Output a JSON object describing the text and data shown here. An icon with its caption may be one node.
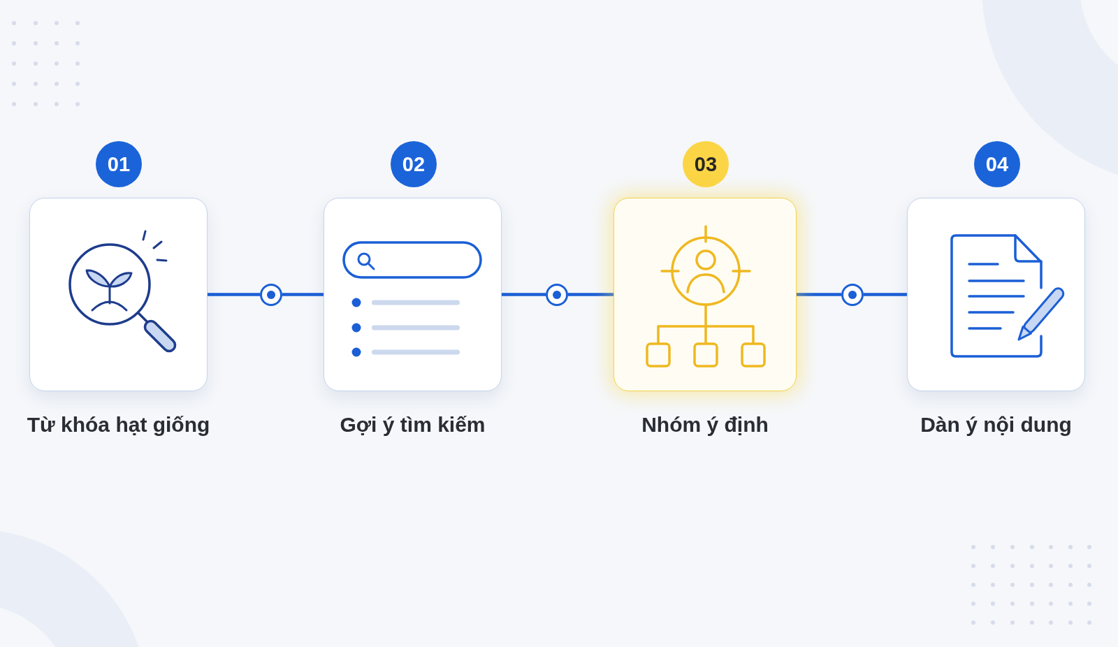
{
  "diagram": {
    "nodes": [
      {
        "text": [
          "01"
        ]
      },
      {
        "text": [
          "Từ khóa hạt giống"
        ]
      },
      {
        "text": [],
        "shape": "circle"
      },
      {
        "text": [
          "02"
        ]
      },
      {
        "text": [
          "Gợi ý tìm kiếm"
        ]
      },
      {
        "text": [],
        "shape": "circle"
      },
      {
        "text": [
          "03"
        ]
      },
      {
        "text": [
          "Nhóm ý định"
        ]
      },
      {
        "text": [],
        "shape": "circle"
      },
      {
        "text": [
          "04"
        ]
      },
      {
        "text": [
          "Dàn ý nội dung"
        ]
      }
    ],
    "edges": [
      {
        "from": 1,
        "to": 2,
        "arrow": "none"
      },
      {
        "from": 2,
        "to": 4,
        "arrow": "none"
      },
      {
        "from": 4,
        "to": 5,
        "arrow": "none"
      },
      {
        "from": 5,
        "to": 7,
        "arrow": "none"
      },
      {
        "from": 7,
        "to": 8,
        "arrow": "none"
      },
      {
        "from": 8,
        "to": 10,
        "arrow": "none"
      }
    ]
  }
}
